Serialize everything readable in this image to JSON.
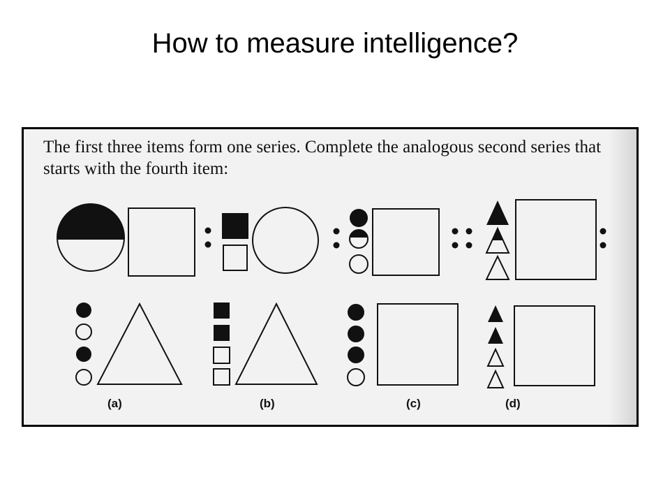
{
  "slide": {
    "title": "How to measure intelligence?"
  },
  "puzzle": {
    "instruction_line1": "The first three items form one series. Complete the analogous second series that",
    "instruction_line2": "starts with the fourth item:",
    "options": [
      {
        "label": "(a)"
      },
      {
        "label": "(b)"
      },
      {
        "label": "(c)"
      },
      {
        "label": "(d)"
      }
    ]
  },
  "colors": {
    "ink": "#111111",
    "paper": "#f2f2f2",
    "frame": "#000000"
  }
}
